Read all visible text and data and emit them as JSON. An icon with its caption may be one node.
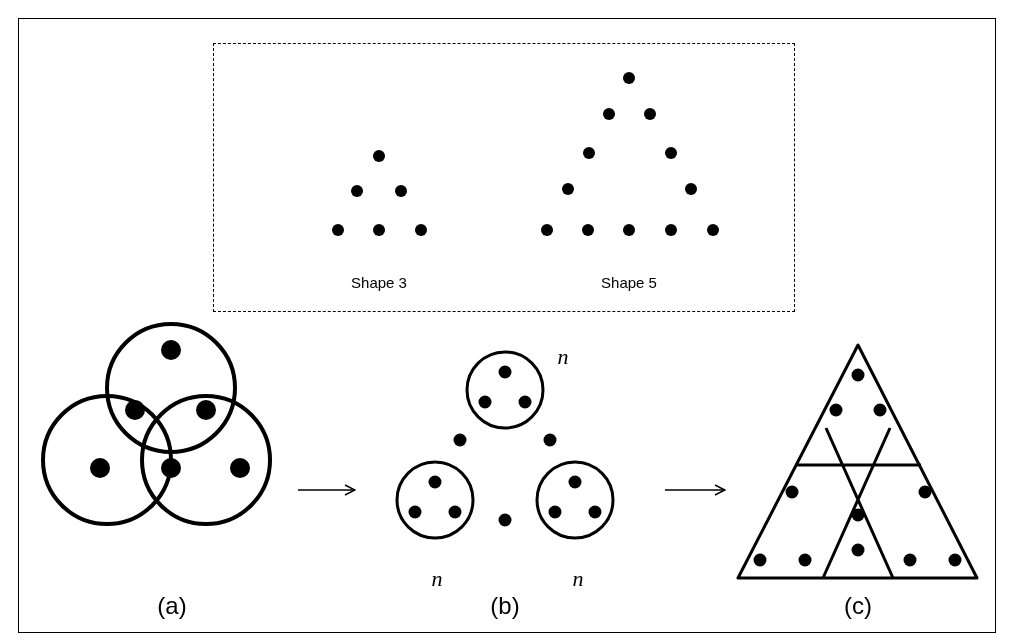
{
  "diagram": {
    "nodes": [
      {
        "text": [
          "Shape 3",
          "Shape 5"
        ]
      },
      {
        "text": [],
        "shape": "picture",
        "beside": [
          "(a)"
        ]
      },
      {
        "text": [],
        "shape": "picture",
        "beside": [
          "(b)"
        ]
      },
      {
        "text": [],
        "shape": "picture",
        "beside": [
          "(c)"
        ]
      }
    ],
    "edges": [
      {
        "from": 1,
        "to": 2,
        "arrow": "to"
      },
      {
        "from": 2,
        "to": 3,
        "arrow": "to"
      }
    ],
    "labels": [
      "n",
      "n",
      "n"
    ]
  }
}
